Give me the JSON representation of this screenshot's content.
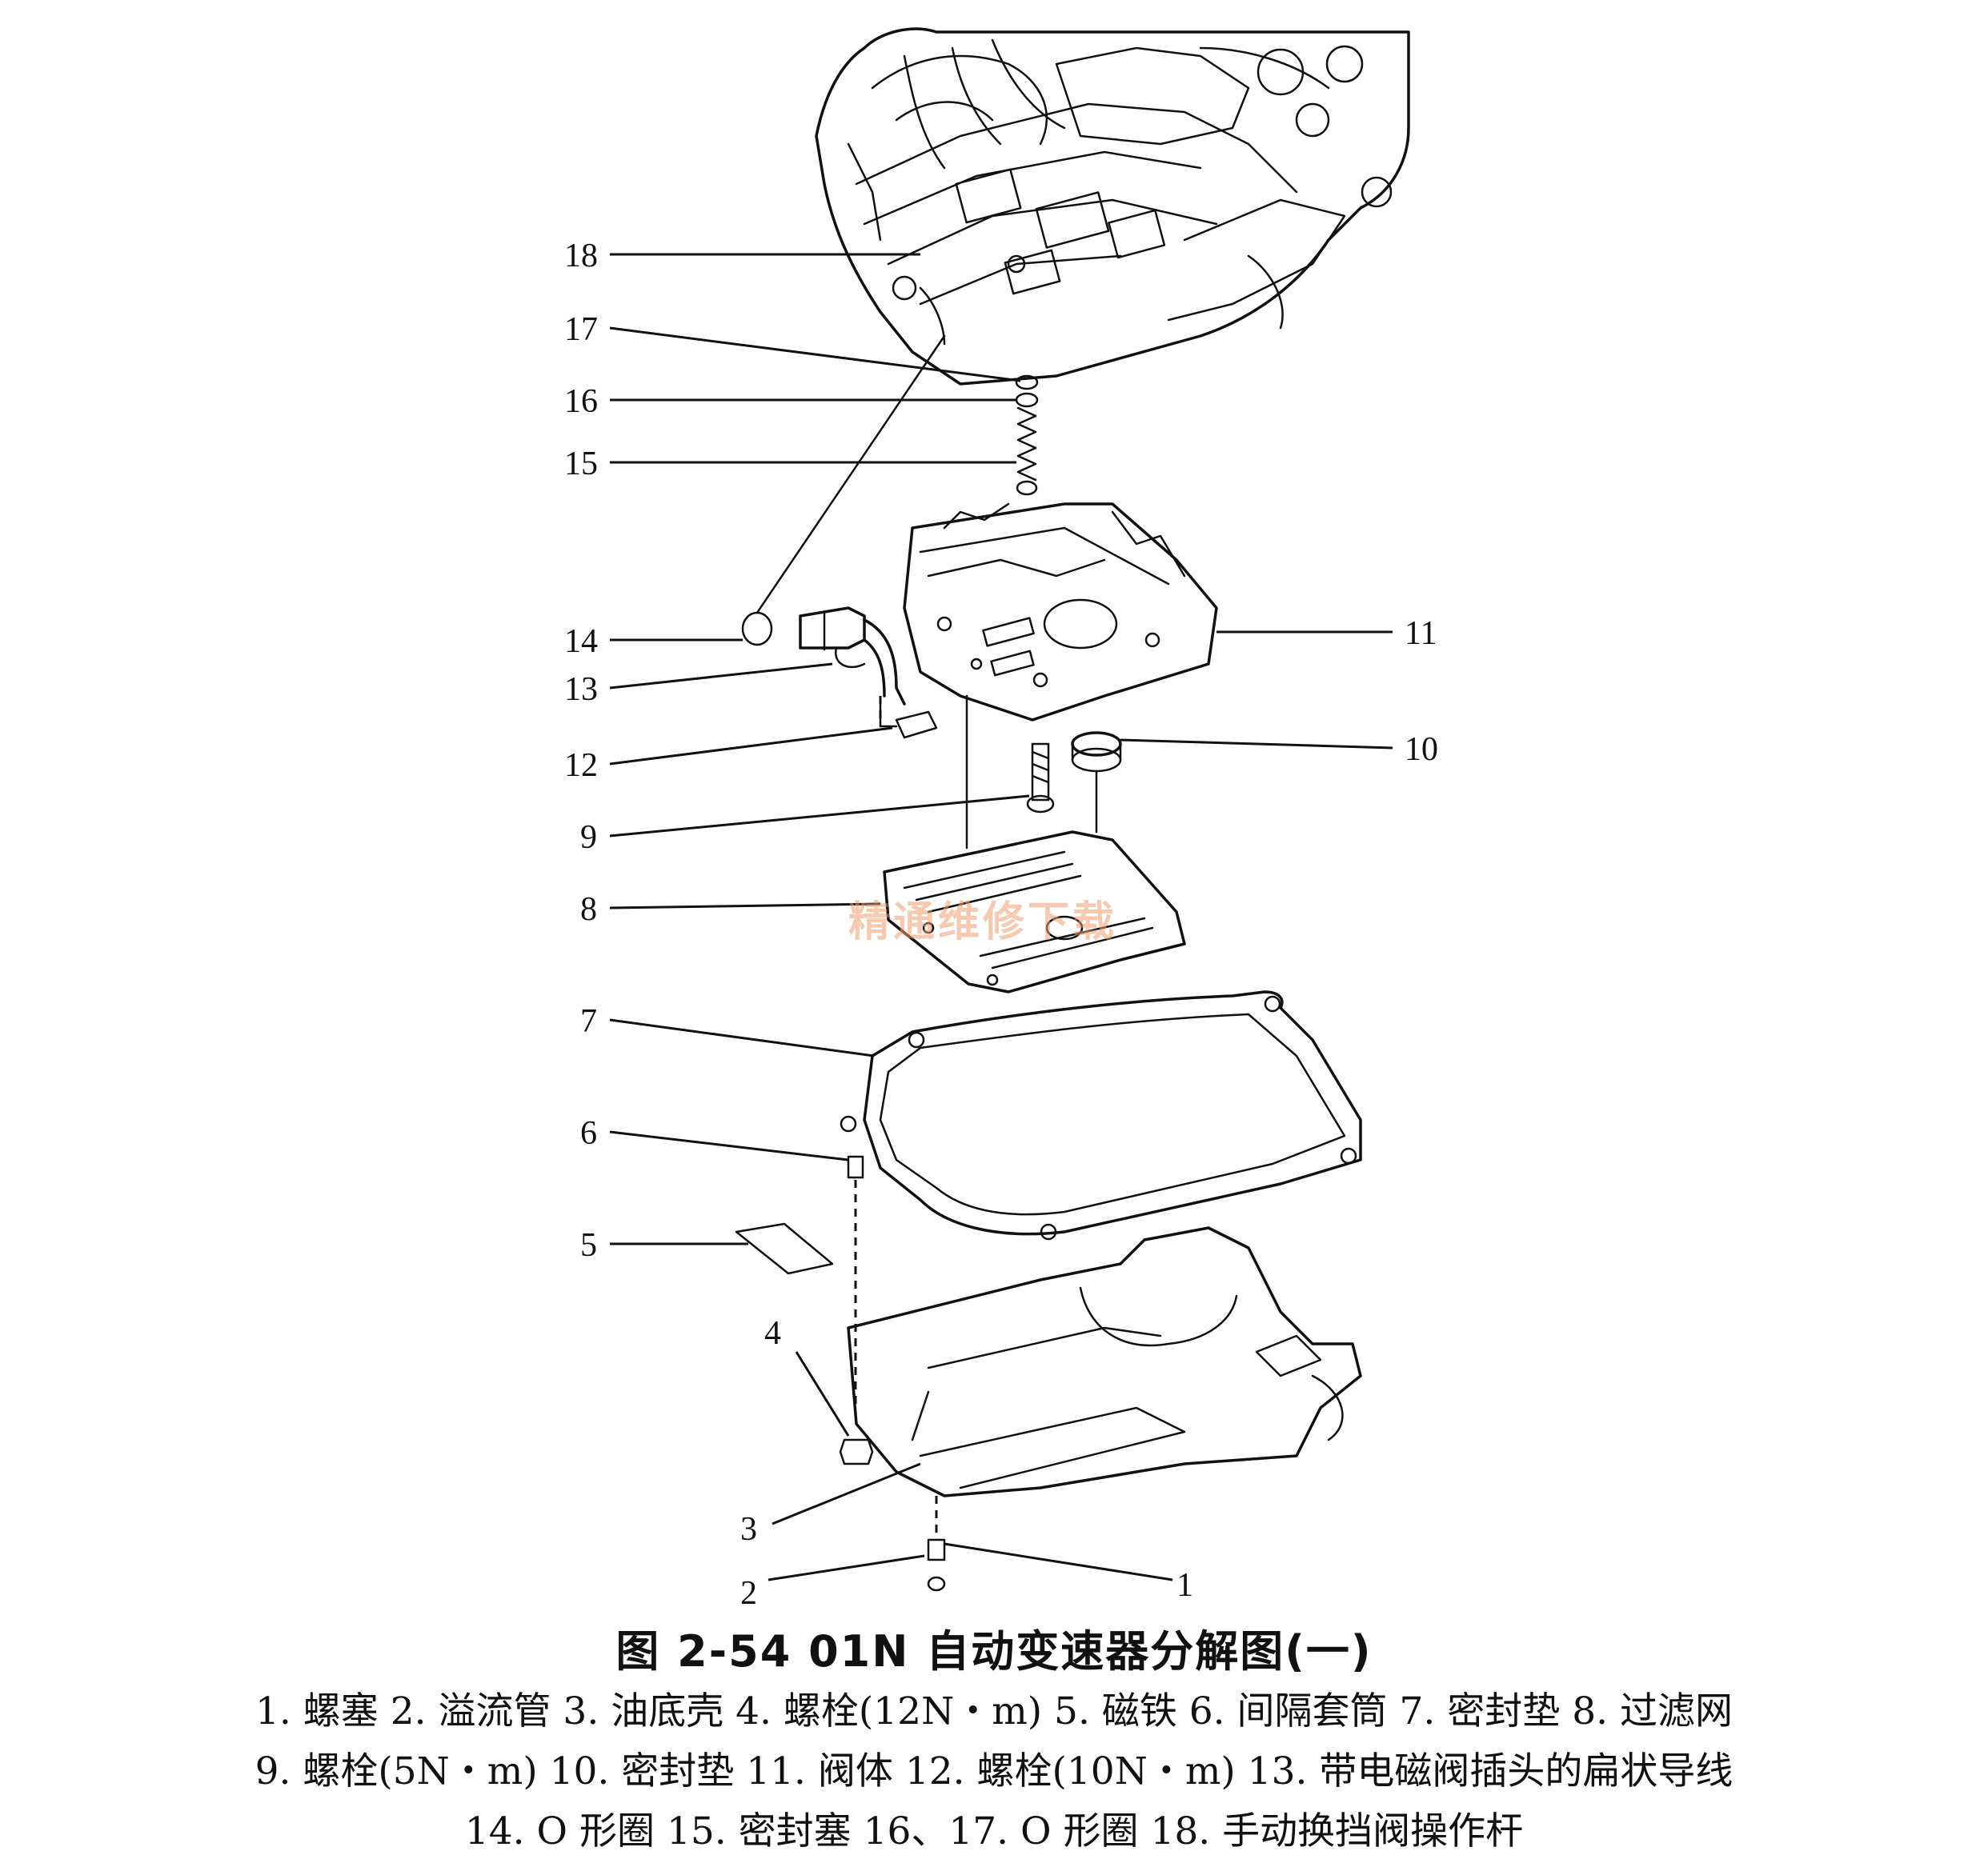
{
  "figure": {
    "caption": "图 2-54   01N 自动变速器分解图(一)",
    "watermark": "精通维修下载",
    "callouts": [
      "1",
      "2",
      "3",
      "4",
      "5",
      "6",
      "7",
      "8",
      "9",
      "10",
      "11",
      "12",
      "13",
      "14",
      "15",
      "16",
      "17",
      "18"
    ],
    "legend_lines": [
      "1. 螺塞   2. 溢流管   3. 油底壳   4. 螺栓(12N・m)   5. 磁铁   6. 间隔套筒   7. 密封垫   8. 过滤网",
      "9. 螺栓(5N・m)   10. 密封垫   11. 阀体   12. 螺栓(10N・m)   13. 带电磁阀插头的扁状导线",
      "14. O 形圈   15. 密封塞   16、17. O 形圈   18. 手动换挡阀操作杆"
    ]
  }
}
